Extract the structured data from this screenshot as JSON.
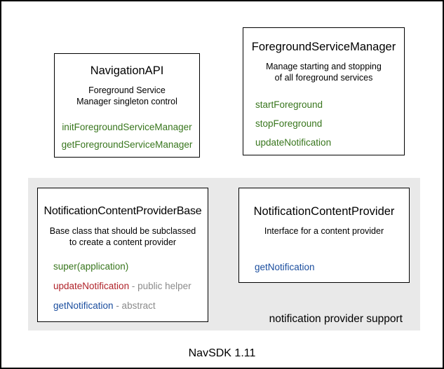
{
  "diagram": {
    "caption": "NavSDK 1.11",
    "colors": {
      "green": "#38761d",
      "red": "#b0232a",
      "blue": "#1a4d9e",
      "annotation": "#8b8b8b",
      "region_background": "#e9e9e9",
      "border": "#000000",
      "background": "#ffffff"
    },
    "boxes": {
      "navigation_api": {
        "title": "NavigationAPI",
        "description_lines": [
          "Foreground Service",
          "Manager singleton control"
        ],
        "methods": [
          {
            "label": "initForegroundServiceManager",
            "color": "green"
          },
          {
            "label": "getForegroundServiceManager",
            "color": "green"
          }
        ]
      },
      "foreground_service_manager": {
        "title": "ForegroundServiceManager",
        "description_lines": [
          "Manage starting and stopping",
          "of all foreground services"
        ],
        "methods": [
          {
            "label": "startForeground",
            "color": "green"
          },
          {
            "label": "stopForeground",
            "color": "green"
          },
          {
            "label": "updateNotification",
            "color": "green"
          }
        ]
      },
      "notification_content_provider_base": {
        "title": "NotificationContentProviderBase",
        "description_lines": [
          "Base class that should be subclassed",
          "to create a content provider"
        ],
        "methods": [
          {
            "label": "super(application)",
            "color": "green"
          },
          {
            "label": "updateNotification",
            "color": "red",
            "annotation": " - public helper"
          },
          {
            "label": "getNotification",
            "color": "blue",
            "annotation": " - abstract"
          }
        ]
      },
      "notification_content_provider": {
        "title": "NotificationContentProvider",
        "description_lines": [
          "Interface for a content provider"
        ],
        "methods": [
          {
            "label": "getNotification",
            "color": "blue"
          }
        ]
      }
    },
    "region": {
      "label": "notification provider support"
    }
  }
}
